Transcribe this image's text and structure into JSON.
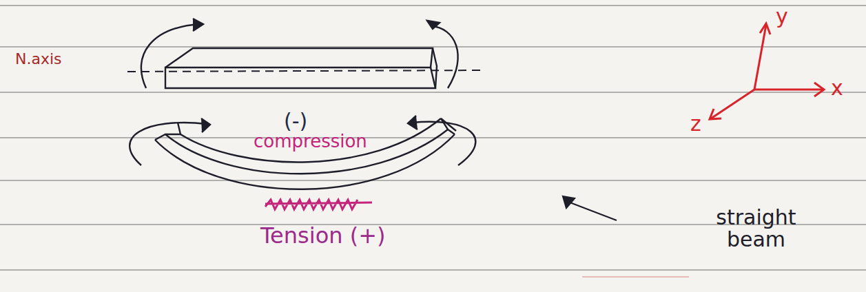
{
  "diagram": {
    "labels": [
      "N.axis",
      "(-)",
      "compression",
      "Tension (+)",
      "straight beam",
      "y",
      "x",
      "z"
    ]
  }
}
